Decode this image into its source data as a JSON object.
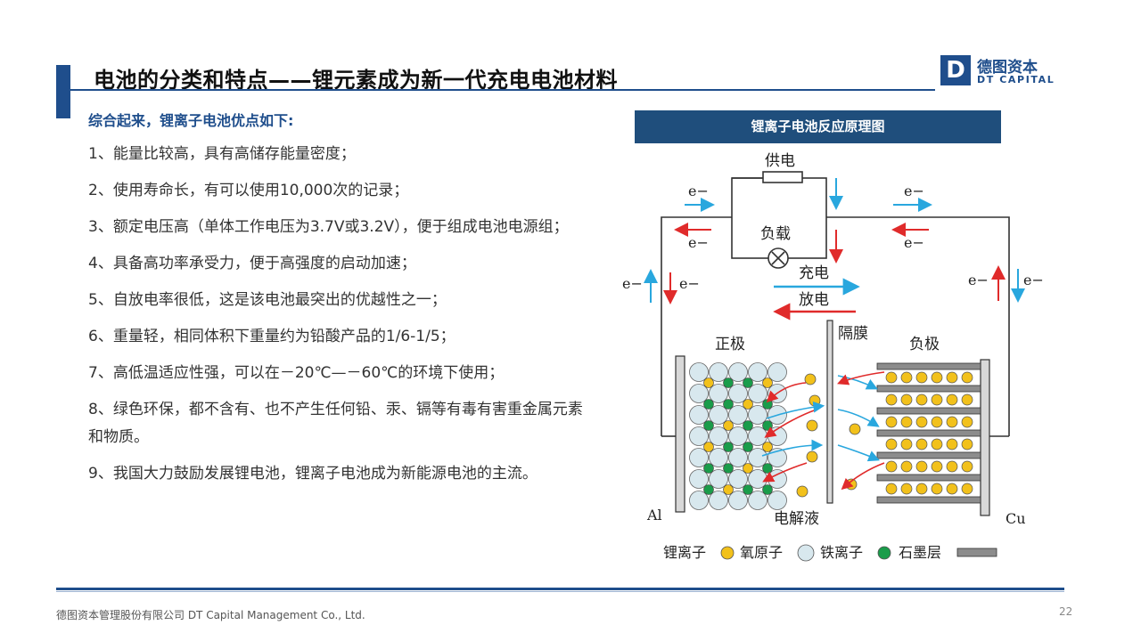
{
  "title": "电池的分类和特点——锂元素成为新一代充电电池材料",
  "logo": {
    "mark": "D",
    "name_cn": "德图资本",
    "name_en": "DT CAPITAL"
  },
  "intro": "综合起来，锂离子电池优点如下:",
  "points": [
    "1、能量比较高，具有高储存能量密度；",
    "2、使用寿命长，有可以使用10,000次的记录；",
    "3、额定电压高（单体工作电压为3.7V或3.2V），便于组成电池电源组；",
    "4、具备高功率承受力，便于高强度的启动加速；",
    "5、自放电率很低，这是该电池最突出的优越性之一；",
    "6、重量轻，相同体积下重量约为铅酸产品的1/6-1/5；",
    "7、高低温适应性强，可以在－20℃—－60℃的环境下使用；",
    "8、绿色环保，都不含有、也不产生任何铅、汞、镉等有毒有害重金属元素和物质。",
    "9、我国大力鼓励发展锂电池，锂离子电池成为新能源电池的主流。"
  ],
  "diagram": {
    "header": "锂离子电池反应原理图",
    "labels": {
      "power_supply": "供电",
      "load": "负载",
      "charge": "充电",
      "discharge": "放电",
      "separator": "隔膜",
      "cathode": "正极",
      "anode": "负极",
      "electrolyte": "电解液",
      "al": "Al",
      "cu": "Cu",
      "electron": "e−"
    },
    "legend": {
      "lithium_ion": "锂离子",
      "oxygen_atom": "氧原子",
      "iron_ion": "铁离子",
      "graphite_layer": "石墨层"
    },
    "colors": {
      "lithium": "#f2c11b",
      "oxygen": "#d8e8ee",
      "iron": "#1a9c4a",
      "graphite": "#8c8c8c",
      "charge_arrow": "#29a7de",
      "discharge_arrow": "#e02b2b"
    }
  },
  "footer": {
    "company": "德图资本管理股份有限公司  DT Capital  Management  Co., Ltd.",
    "page": "22"
  }
}
